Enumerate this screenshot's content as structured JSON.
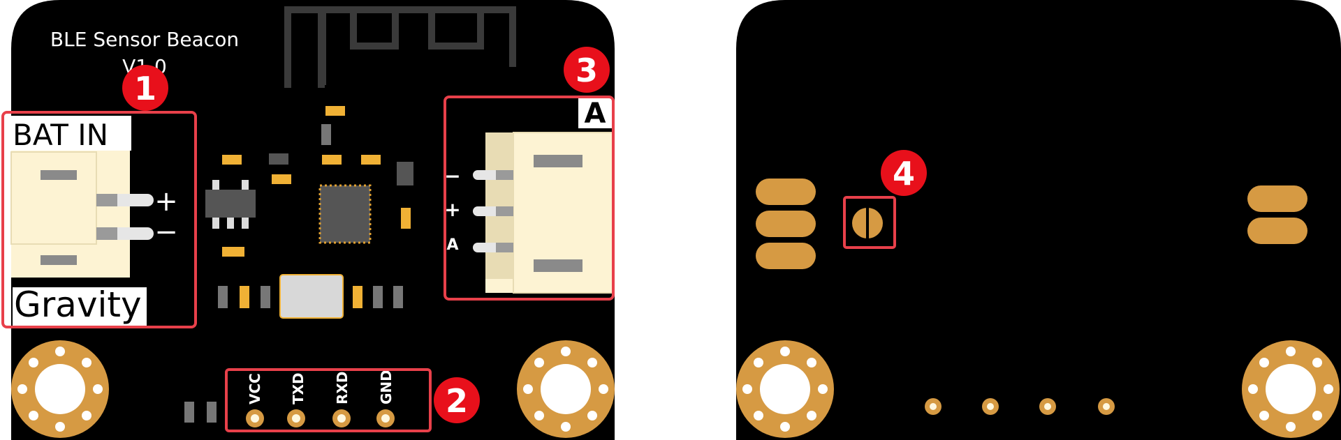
{
  "front": {
    "title_line1": "BLE Sensor Beacon",
    "title_line2": "V1.0",
    "bat_label": "BAT IN",
    "gravity_label": "Gravity",
    "plus": "+",
    "minus": "−",
    "analog_badge": "A",
    "analog_pins": [
      "−",
      "+",
      "A"
    ],
    "serial_pins": [
      "VCC",
      "TXD",
      "RXD",
      "GND"
    ]
  },
  "callouts": [
    "1",
    "2",
    "3",
    "4"
  ],
  "colors": {
    "board": "#000000",
    "gold": "#d69a43",
    "callout_red": "#e8101b",
    "highlight_box": "#e8404a",
    "connector_body": "#fdf3d3",
    "smd_gold": "#f0b135"
  }
}
